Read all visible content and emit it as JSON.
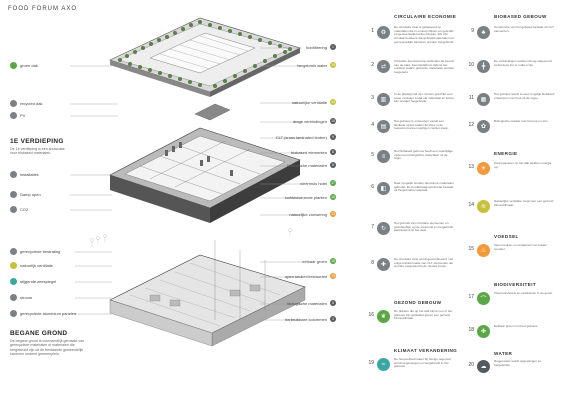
{
  "title": "FOOD FORUM AXO",
  "colors": {
    "green": "#5aa845",
    "gray": "#7b8085",
    "olive": "#c5c13a",
    "orange": "#f29a3b",
    "teal": "#3aa7a3",
    "blue": "#5aa3d2",
    "darkgray": "#555a5e"
  },
  "sections": [
    {
      "heading": "1E VERDIEPING",
      "text": "De 1e verdieping is een showcase voor biobased materialen."
    },
    {
      "heading": "BEGANE GROND",
      "text": "De begane grond is voornamelijk gemaakt van gerecyclede materialen of materialen die hergebruikt zijn uit de bestaande gemeentelijk kantoren omtrent gemeenplein."
    }
  ],
  "left_legend_top": [
    {
      "label": "groen dak",
      "color": "green"
    },
    {
      "label": "recycled dak",
      "color": "gray"
    },
    {
      "label": "PV",
      "color": "gray"
    }
  ],
  "left_legend_mid": [
    {
      "label": "installaties",
      "color": "gray"
    },
    {
      "label": "Damp open",
      "color": "gray"
    },
    {
      "label": "CO2",
      "color": "gray"
    }
  ],
  "left_legend_bottom": [
    {
      "label": "gerecyclede bestrating",
      "color": "gray"
    },
    {
      "label": "natuurlijk ventilatie",
      "color": "olive"
    },
    {
      "label": "stijgende zeespiegel",
      "color": "teal"
    },
    {
      "label": "stroom",
      "color": "gray"
    },
    {
      "label": "gerecyclede aluminium panelen",
      "color": "gray"
    }
  ],
  "callouts": [
    {
      "label": "boofiltrering",
      "num": "1",
      "color": "darkgray"
    },
    {
      "label": "hergebruik water",
      "num": "19",
      "color": "olive"
    },
    {
      "label": "natuurlijke ventilatie",
      "num": "14",
      "color": "olive"
    },
    {
      "label": "droge verbindingen",
      "num": "10",
      "color": "darkgray"
    },
    {
      "label": "CLT (cross laminated timber)",
      "num": "9",
      "color": "darkgray"
    },
    {
      "label": "biobased elementen",
      "num": "8",
      "color": "darkgray"
    },
    {
      "label": "biologische materialen",
      "num": "8",
      "color": "darkgray"
    },
    {
      "label": "vleermuis hotel",
      "num": "17",
      "color": "green"
    },
    {
      "label": "luchtzuiverende planten",
      "num": "16",
      "color": "green"
    },
    {
      "label": "natuurlijke zonwering",
      "num": "13",
      "color": "orange"
    },
    {
      "label": "eetbaar groen",
      "num": "18",
      "color": "green"
    },
    {
      "label": "open keuken/restaurant",
      "num": "15",
      "color": "orange"
    },
    {
      "label": "biologische materialen",
      "num": "5",
      "color": "darkgray"
    },
    {
      "label": "herbruikbare kolommen",
      "num": "3",
      "color": "darkgray"
    }
  ],
  "columns": [
    {
      "heading": "CIRCULAIRE ECONOMIE",
      "items": [
        {
          "n": "1",
          "icon": "recycle-icon",
          "color": "gray",
          "text": "De circulaire visie is gebaseerd op materialen die in omloop blijven en gebruikt op gemeentelijk kantoorniveau. We zijn circulair betekent dat gebruiksmaterialen uit gemeentelijke kantoren worden hergebruikt."
        },
        {
          "n": "2",
          "icon": "exchange-icon",
          "color": "gray",
          "text": "Circulaire kenniscentra verbinden de kennis van de stad. Kennisplatform tijdens het ontwerp waarin geleerde materialen worden toegepast."
        },
        {
          "n": "3",
          "icon": "column-icon",
          "color": "gray",
          "text": "In de plattegrond zijn ruimtes geschikt voor losse modulen zodat elk materiaal en kolom kan worden hergebruikt."
        },
        {
          "n": "4",
          "icon": "building-icon",
          "color": "gray",
          "text": "Het gebouw is ontworpen vanuit een flexibele opzet waarin functies in de toekomst kunnen wijzigen zonder sloop."
        },
        {
          "n": "5",
          "icon": "layers-icon",
          "color": "gray",
          "text": "Het biobased gebouw heeft een veelzijdige opzet met biologische materialen uit de regio."
        },
        {
          "n": "6",
          "icon": "cube-icon",
          "color": "gray",
          "text": "Naar mogelijk worden duurzame materialen gebruikt. De hoofddraagconstructie bestaat uit hergebruikt materiaal."
        },
        {
          "n": "7",
          "icon": "loop-icon",
          "color": "gray",
          "text": "Het gebruik van circulaire elementen en grondstoffen op de toekomst en hergebruik aansluitend op het doel."
        },
        {
          "n": "8",
          "icon": "tool-icon",
          "color": "gray",
          "text": "De circulaire visie wordt gecombineerd met enige transformatie van CLT elementen die worden toegepast bij de nieuwe bouw."
        }
      ]
    },
    {
      "heading": "GEZOND GEBOUW",
      "items": [
        {
          "n": "16",
          "icon": "leaf-icon",
          "color": "green",
          "text": "De planten die op het dak binnen en in het gebouw zijn geplaatst geven een gezond binnenklimaat."
        }
      ]
    },
    {
      "heading": "KLIMAAT VERANDERING",
      "items": [
        {
          "n": "19",
          "icon": "water-icon",
          "color": "teal",
          "text": "De hoeveelheid water bij hevige regenval wordt opgevangen en hergebruikt in het gebouw."
        }
      ]
    },
    {
      "heading": "BIOBASED GEBOUW",
      "items": [
        {
          "n": "9",
          "icon": "tree-icon",
          "color": "gray",
          "text": "Constructie van het gebouw bestaat uit CLT elementen."
        },
        {
          "n": "10",
          "icon": "joint-icon",
          "color": "gray",
          "text": "De verbindingen worden droog uitgevoerd zodat deze los te maken zijn."
        },
        {
          "n": "11",
          "icon": "wood-icon",
          "color": "gray",
          "text": "Het gebouw wordt zoveel mogelijk biobased ontworpen met hout uit de regio."
        },
        {
          "n": "12",
          "icon": "seed-icon",
          "color": "gray",
          "text": "Biologische isolatie met hennep en stro."
        }
      ]
    },
    {
      "heading": "ENERGIE",
      "items": [
        {
          "n": "13",
          "icon": "sun-icon",
          "color": "orange",
          "text": "Zonnepanelen op het dak wekken energie op."
        },
        {
          "n": "14",
          "icon": "wind-icon",
          "color": "olive",
          "text": "Natuurlijke ventilatie zorgt voor een gezond binnenklimaat."
        }
      ]
    },
    {
      "heading": "VOEDSEL",
      "items": [
        {
          "n": "15",
          "icon": "food-icon",
          "color": "orange",
          "text": "Open keuken en restaurant met lokaal voedsel."
        }
      ]
    },
    {
      "heading": "BIODIVERSITEIT",
      "items": [
        {
          "n": "17",
          "icon": "bat-icon",
          "color": "green",
          "text": "Vleermuishotels en nestkasten in de gevel."
        },
        {
          "n": "18",
          "icon": "plant-icon",
          "color": "green",
          "text": "Eetbaar groen rond het gebouw."
        }
      ]
    },
    {
      "heading": "WATER",
      "items": [
        {
          "n": "20",
          "icon": "cloud-icon",
          "color": "darkgray",
          "text": "Regenwater wordt opgevangen en hergebruikt."
        }
      ]
    }
  ]
}
